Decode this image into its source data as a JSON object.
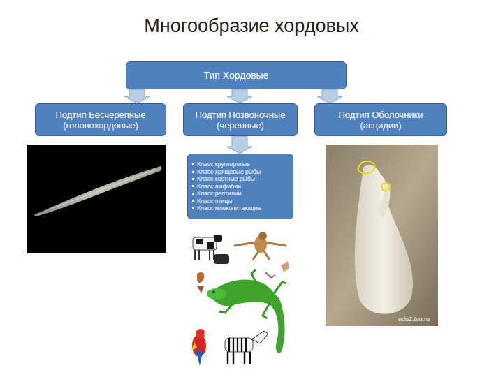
{
  "diagram": {
    "title": "Многообразие хордовых",
    "nodes": [
      {
        "text": [
          "Тип Хордовые"
        ]
      },
      {
        "text": [
          "Подтип Бесчерепные (головохордовые)"
        ]
      },
      {
        "text": [
          "Подтип Позвоночные (черепные)"
        ]
      },
      {
        "text": [
          "Подтип Оболочники (асцидии)"
        ]
      },
      {
        "text": [
          "Класс круглоротые",
          "Класс хрящевые рыбы",
          "Класс костные рыбы",
          "Класс амфибии",
          "Класс рептилии",
          "Класс птицы",
          "Класс млекопитающие"
        ]
      }
    ],
    "edges": [
      {
        "from": 0,
        "to": 1,
        "arrow": "to"
      },
      {
        "from": 0,
        "to": 2,
        "arrow": "to"
      },
      {
        "from": 0,
        "to": 3,
        "arrow": "to"
      },
      {
        "from": 2,
        "to": 4,
        "arrow": "to"
      }
    ],
    "labels": [
      "edu2.tsu.ru"
    ]
  }
}
